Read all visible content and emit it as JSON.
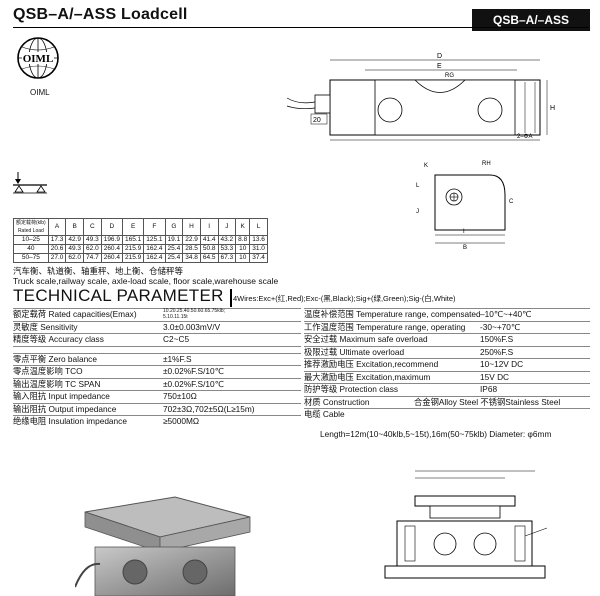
{
  "header": {
    "title": "QSB–A/–ASS Loadcell",
    "badge": "QSB–A/–ASS",
    "oiml_logo_text": "OIML",
    "oiml_label": "OIML"
  },
  "drawing_labels": {
    "D": "D",
    "E": "E",
    "RG": "RG",
    "H": "H",
    "twenty": "20",
    "twoPhiA": "2–ΦA",
    "K": "K",
    "RH": "RH",
    "L": "L",
    "J": "J",
    "C": "C",
    "I": "I",
    "B": "B"
  },
  "dim_table": {
    "header": [
      "额定载荷(klb)\nRated Load",
      "A",
      "B",
      "C",
      "D",
      "E",
      "F",
      "G",
      "H",
      "I",
      "J",
      "K",
      "L"
    ],
    "rows": [
      [
        "10–25",
        "17.3",
        "42.9",
        "49.3",
        "196.9",
        "165.1",
        "125.1",
        "19.1",
        "22.9",
        "41.4",
        "43.2",
        "8.8",
        "13.6"
      ],
      [
        "40",
        "20.6",
        "49.3",
        "62.0",
        "260.4",
        "215.9",
        "162.4",
        "25.4",
        "28.5",
        "50.8",
        "53.3",
        "10",
        "31.0"
      ],
      [
        "50–75",
        "27.0",
        "62.0",
        "74.7",
        "260.4",
        "215.9",
        "162.4",
        "25.4",
        "34.8",
        "64.5",
        "67.3",
        "10",
        "37.4"
      ]
    ]
  },
  "applications": {
    "zh": "汽车衡、轨道衡、轴重秤、地上衡、仓储秤等",
    "en": "Truck scale,railway scale, axle-load scale, floor scale,warehouse scale"
  },
  "technical": {
    "title": "TECHNICAL PARAMETER",
    "wiring": "4Wires:Exc+(红,Red);Exc-(黑,Black);Sig+(绿,Green);Sig-(白,White)",
    "capacity_small": "10.20.25.40.50.60.65.75klb;\n5.10.11.15t",
    "left": [
      {
        "zh": "额定载荷",
        "en": "Rated capacities(Emax)",
        "value": ""
      },
      {
        "zh": "灵敏度",
        "en": "Sensitivity",
        "value": "3.0±0.003mV/V"
      },
      {
        "zh": "精度等级",
        "en": "Accuracy class",
        "value": "C2~C5"
      },
      {
        "zh": "零点平衡",
        "en": "Zero balance",
        "value": "±1%F.S"
      },
      {
        "zh": "零点温度影响",
        "en": "TCO",
        "value": "±0.02%F.S/10℃"
      },
      {
        "zh": "输出温度影响",
        "en": "TC SPAN",
        "value": "±0.02%F.S/10℃"
      },
      {
        "zh": "输入阻抗",
        "en": "Input  impedance",
        "value": "750±10Ω"
      },
      {
        "zh": "输出阻抗",
        "en": "Output  impedance",
        "value": "702±3Ω,702±5Ω(L≥15m)"
      },
      {
        "zh": "绝缘电阻",
        "en": "Insulation impedance",
        "value": "≥5000MΩ"
      }
    ],
    "right": [
      {
        "zh": "温度补偿范围",
        "en": "Temperature range, compensated",
        "value": "–10℃~+40℃"
      },
      {
        "zh": "工作温度范围",
        "en": "Temperature range, operating",
        "value": "-30~+70℃"
      },
      {
        "zh": "安全过载",
        "en": "Maximum safe overload",
        "value": "150%F.S"
      },
      {
        "zh": "极限过载",
        "en": "Ultimate overload",
        "value": "250%F.S"
      },
      {
        "zh": "推荐激励电压",
        "en": "Excitation,recommend",
        "value": "10~12V DC"
      },
      {
        "zh": "最大激励电压",
        "en": "Excitation,maximum",
        "value": "15V DC"
      },
      {
        "zh": "防护等级",
        "en": "Protection class",
        "value": "IP68"
      },
      {
        "zh": "材质",
        "en": "Construction",
        "value": "合金钢Alloy Steel 不锈钢Stainless Steel"
      },
      {
        "zh": "电缆",
        "en": "Cable",
        "value": ""
      }
    ],
    "cable_detail": "Length=12m(10~40klb,5~15t),16m(50~75klb)  Diameter: φ6mm"
  }
}
